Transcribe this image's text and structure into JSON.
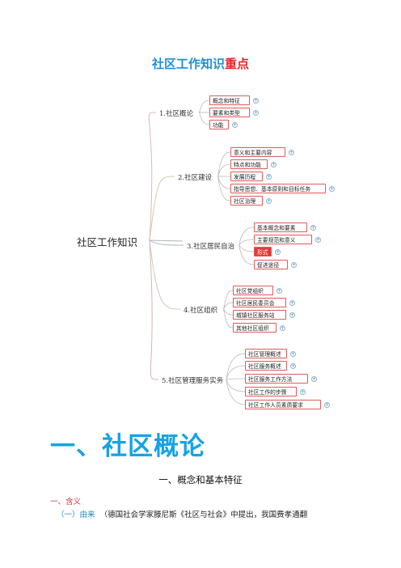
{
  "document": {
    "title_main": "社区工作知识",
    "title_highlight": "重点",
    "mindmap": {
      "root": "社区工作知识",
      "branches": [
        {
          "label": "1.社区概论",
          "items": [
            "概念和特征",
            "要素和类型",
            "功能"
          ]
        },
        {
          "label": "2.社区建设",
          "items": [
            "意义和主要内容",
            "特点和功能",
            "发展历程",
            "指导思想、基本原则和目标任务",
            "社区治理"
          ]
        },
        {
          "label": "3.社区居民自治",
          "items": [
            "基本概念和要素",
            "主要规范和意义",
            "形式",
            "促进途径"
          ]
        },
        {
          "label": "4.社区组织",
          "items": [
            "社区党组织",
            "社区居民委员会",
            "城镇社区服务站",
            "其他社区组织"
          ]
        },
        {
          "label": "5.社区管理服务实务",
          "items": [
            "社区管理概述",
            "社区服务概述",
            "社区服务工作方法",
            "社区工作的步骤",
            "社区工作人员素质要求"
          ]
        }
      ],
      "expand_symbol": "⊕"
    },
    "heading1": "一、社区概论",
    "heading2": "一、概念和基本特征",
    "heading3": "一、含义",
    "paragraph": {
      "num": "（一）",
      "label": "由来",
      "text": "（德国社会学家滕尼斯《社区与社会》中提出，我国费孝通翻"
    }
  }
}
